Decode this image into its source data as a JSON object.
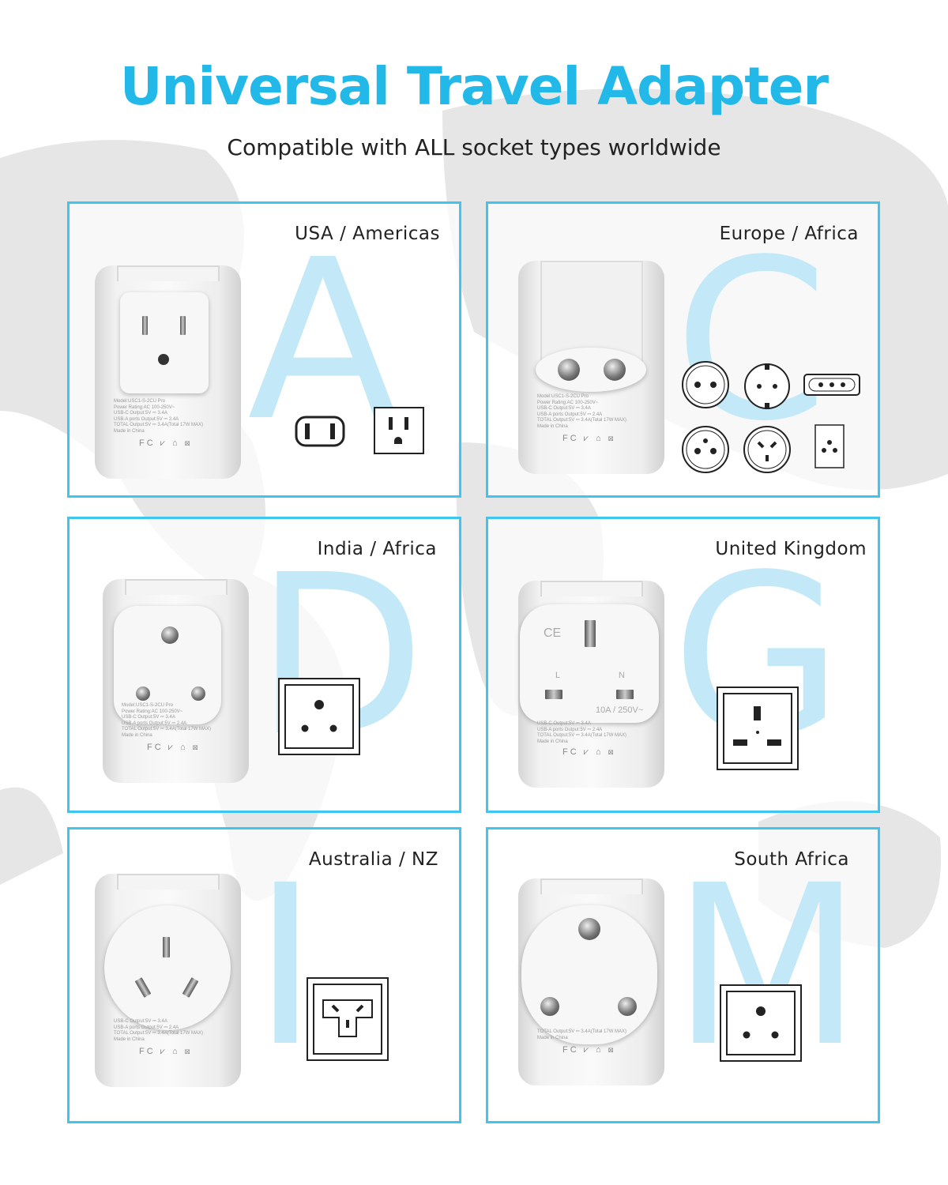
{
  "header": {
    "title": "Universal Travel Adapter",
    "subtitle": "Compatible with ALL socket types worldwide"
  },
  "accent": "#22b8e8",
  "adapter_label": {
    "lines": [
      "Model:USC1-S-2CU Pro",
      "Power Rating:AC 100-250V~",
      "USB-C Output:5V ⎓ 3.4A",
      "USB-A ports Output:5V ⎓ 2.4A",
      "TOTAL Output:5V ⎓ 3.4A(Total 17W MAX)",
      "Made in China"
    ],
    "certs": "FC ⩗ ⌂ ⊠"
  },
  "cards": [
    {
      "letter": "A",
      "label": "USA / Americas"
    },
    {
      "letter": "C",
      "label": "Europe / Africa"
    },
    {
      "letter": "D",
      "label": "India / Africa"
    },
    {
      "letter": "G",
      "label": "United Kingdom",
      "plug_marks": {
        "ce": "CE",
        "live": "L",
        "neutral": "N",
        "rating": "10A / 250V~"
      }
    },
    {
      "letter": "I",
      "label": "Australia / NZ"
    },
    {
      "letter": "M",
      "label": "South Africa"
    }
  ]
}
